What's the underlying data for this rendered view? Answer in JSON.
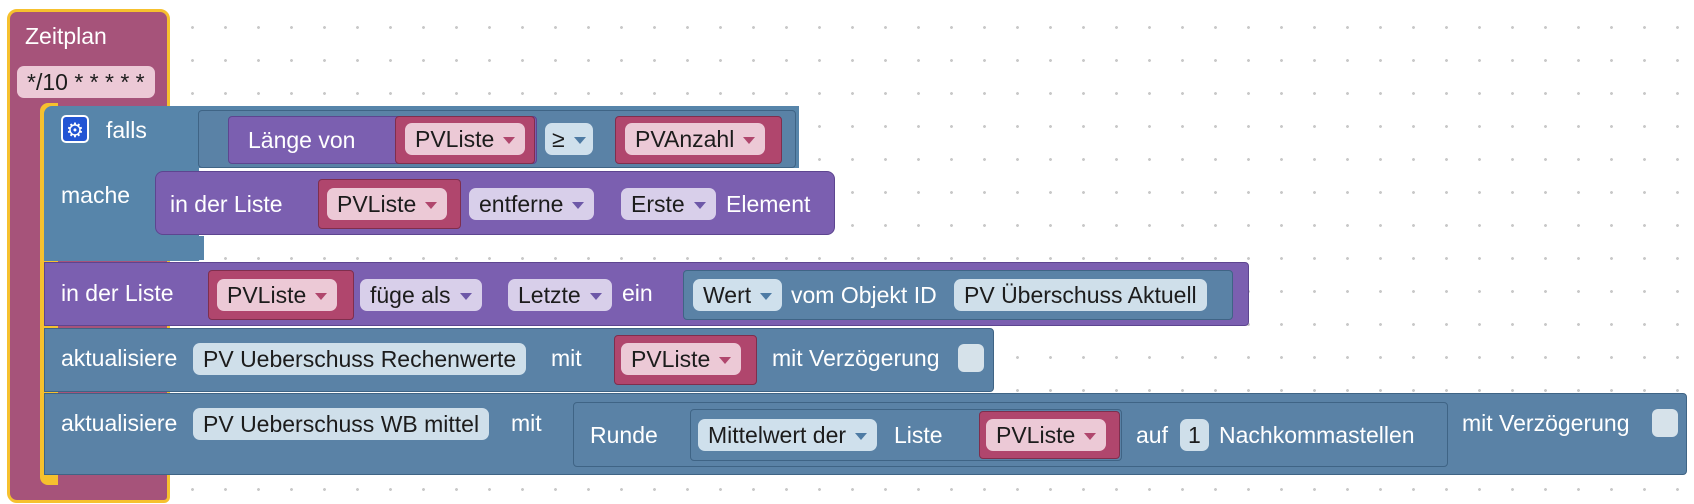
{
  "schedule": {
    "title": "Zeitplan",
    "cron": "*/10 * * * * *"
  },
  "if_block": {
    "if_label": "falls",
    "do_label": "mache",
    "condition": {
      "length_label": "Länge von",
      "list_var": "PVListe",
      "operator": "≥",
      "compare_var": "PVAnzahl"
    },
    "remove": {
      "prefix": "in der Liste",
      "list_var": "PVListe",
      "action": "entferne",
      "position": "Erste",
      "suffix": "Element"
    }
  },
  "insert": {
    "prefix": "in der Liste",
    "list_var": "PVListe",
    "action": "füge als",
    "position": "Letzte",
    "mid": "ein",
    "value": {
      "prop": "Wert",
      "label": "vom Objekt ID",
      "object_id": "PV Überschuss Aktuell"
    }
  },
  "update1": {
    "label": "aktualisiere",
    "target": "PV Ueberschuss Rechenwerte",
    "mit": "mit",
    "value_var": "PVListe",
    "delay_label": "mit Verzögerung"
  },
  "update2": {
    "label": "aktualisiere",
    "target": "PV Ueberschuss WB mittel",
    "mit": "mit",
    "round_label": "Runde",
    "average_label": "Mittelwert der",
    "list_label": "Liste",
    "list_var": "PVListe",
    "auf_label": "auf",
    "decimals": "1",
    "decimals_label": "Nachkommastellen",
    "delay_label": "mit Verzögerung"
  },
  "colors": {
    "schedule": "#a6537a",
    "highlight": "#f6c12e",
    "logic": "#5785aa",
    "list": "#7b5fb0",
    "variable": "#b0466d"
  }
}
